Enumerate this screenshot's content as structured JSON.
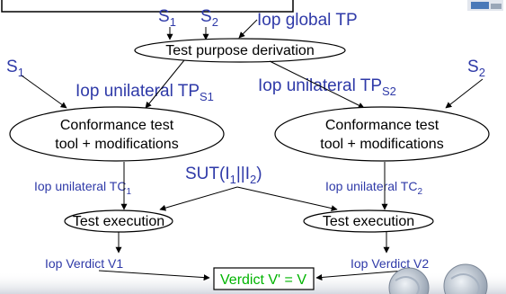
{
  "colors": {
    "accent": "#2f3aa8",
    "verdict_text": "#00b400",
    "stroke": "#000000"
  },
  "top": {
    "s1": "S",
    "s1_sub": "1",
    "s2": "S",
    "s2_sub": "2",
    "global_tp": "Iop global TP"
  },
  "derivation": {
    "label": "Test purpose derivation"
  },
  "left": {
    "s": "S",
    "s_sub": "1",
    "tp": "Iop unilateral TP",
    "tp_sub": "S1",
    "tool_line1": "Conformance test",
    "tool_line2": "tool + modifications",
    "tc": "Iop unilateral TC",
    "tc_sub": "1",
    "exec": "Test execution",
    "verdict": "Iop Verdict V1"
  },
  "right": {
    "s": "S",
    "s_sub": "2",
    "tp": "Iop unilateral TP",
    "tp_sub": "S2",
    "tool_line1": "Conformance test",
    "tool_line2": "tool + modifications",
    "tc": "Iop unilateral TC",
    "tc_sub": "2",
    "exec": "Test execution",
    "verdict": "Iop Verdict V2"
  },
  "sut": {
    "prefix": "SUT(I",
    "sub1": "1",
    "mid": "||I",
    "sub2": "2",
    "suffix": ")"
  },
  "final": {
    "label": "Verdict V' = V"
  }
}
